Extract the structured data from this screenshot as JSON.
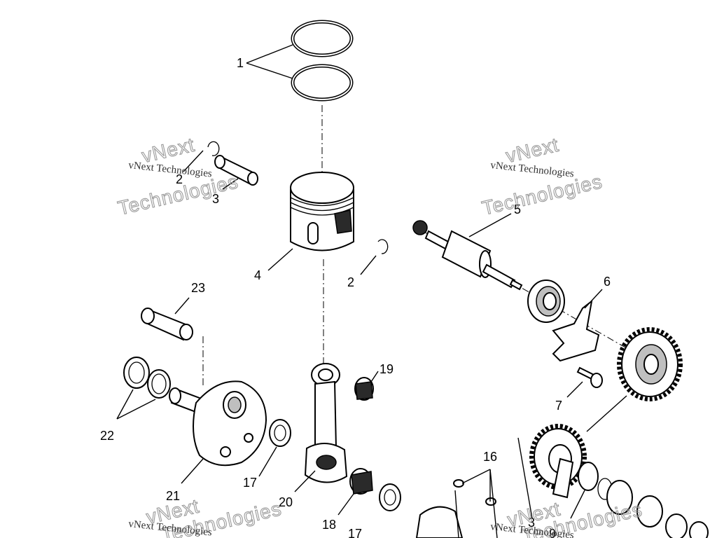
{
  "callouts": {
    "c1": "1",
    "c2a": "2",
    "c2b": "2",
    "c3a": "3",
    "c4": "4",
    "c5": "5",
    "c6": "6",
    "c7": "7",
    "c16": "16",
    "c17a": "17",
    "c17b": "17",
    "c18": "18",
    "c19": "19",
    "c20": "20",
    "c21": "21",
    "c22": "22",
    "c23": "23",
    "c3b": "3",
    "c9": "9"
  },
  "watermark": {
    "brand_top": "vNext",
    "company_line": "vNext Technologies",
    "tech_line": "Technologies"
  }
}
